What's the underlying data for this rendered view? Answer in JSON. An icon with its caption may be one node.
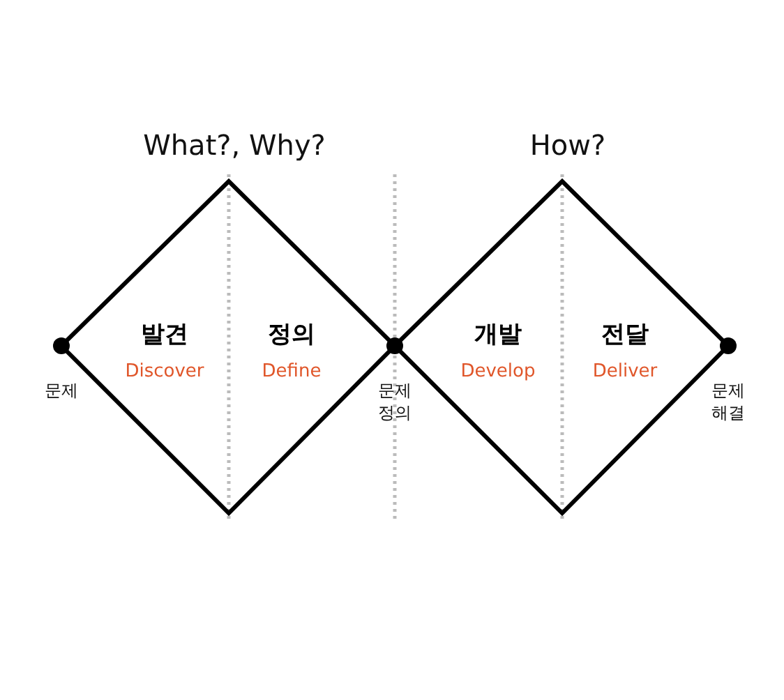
{
  "diagram": {
    "nodes": [
      {
        "text": [
          "What?, Why?"
        ]
      },
      {
        "text": [
          "발견",
          "Discover"
        ],
        "in": 0
      },
      {
        "text": [
          "정의",
          "Define"
        ],
        "in": 0
      },
      {
        "text": [
          "How?"
        ]
      },
      {
        "text": [
          "개발",
          "Develop"
        ],
        "in": 3
      },
      {
        "text": [
          "전달",
          "Deliver"
        ],
        "in": 3
      },
      {
        "text": [],
        "shape": "circle",
        "beside": [
          "문제"
        ]
      },
      {
        "text": [],
        "shape": "circle",
        "beside": [
          "문제 정의"
        ]
      },
      {
        "text": [],
        "shape": "circle",
        "beside": [
          "문제 해결"
        ]
      }
    ]
  }
}
